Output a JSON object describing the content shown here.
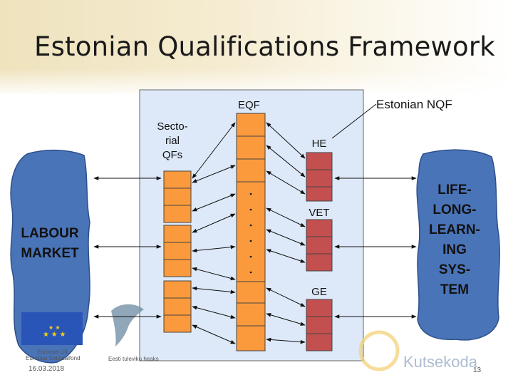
{
  "title": "Estonian Qualifications Framework",
  "labels": {
    "eqf": "EQF",
    "nqf": "Estonian NQF",
    "sectoral": [
      "Secto-",
      "rial",
      "QFs"
    ],
    "he": "HE",
    "vet": "VET",
    "ge": "GE",
    "labour_market": [
      "LABOUR",
      "MARKET"
    ],
    "lifelong": [
      "LIFE-",
      "LONG-",
      "LEARN-",
      "ING",
      "SYS-",
      "TEM"
    ]
  },
  "footer": {
    "eu_logo": [
      "Euroopa Liit",
      "Euroopa Sotsiaalfond"
    ],
    "estonian_logo": "Eesti tuleviku heaks",
    "date": "16.03.2018",
    "kutsekoda": "Kutsekoda",
    "page_number": "13"
  },
  "colors": {
    "orange": "#fb9a3c",
    "red": "#c44f4f",
    "blob": "#4a74b8",
    "frame": "#dae8fc"
  }
}
